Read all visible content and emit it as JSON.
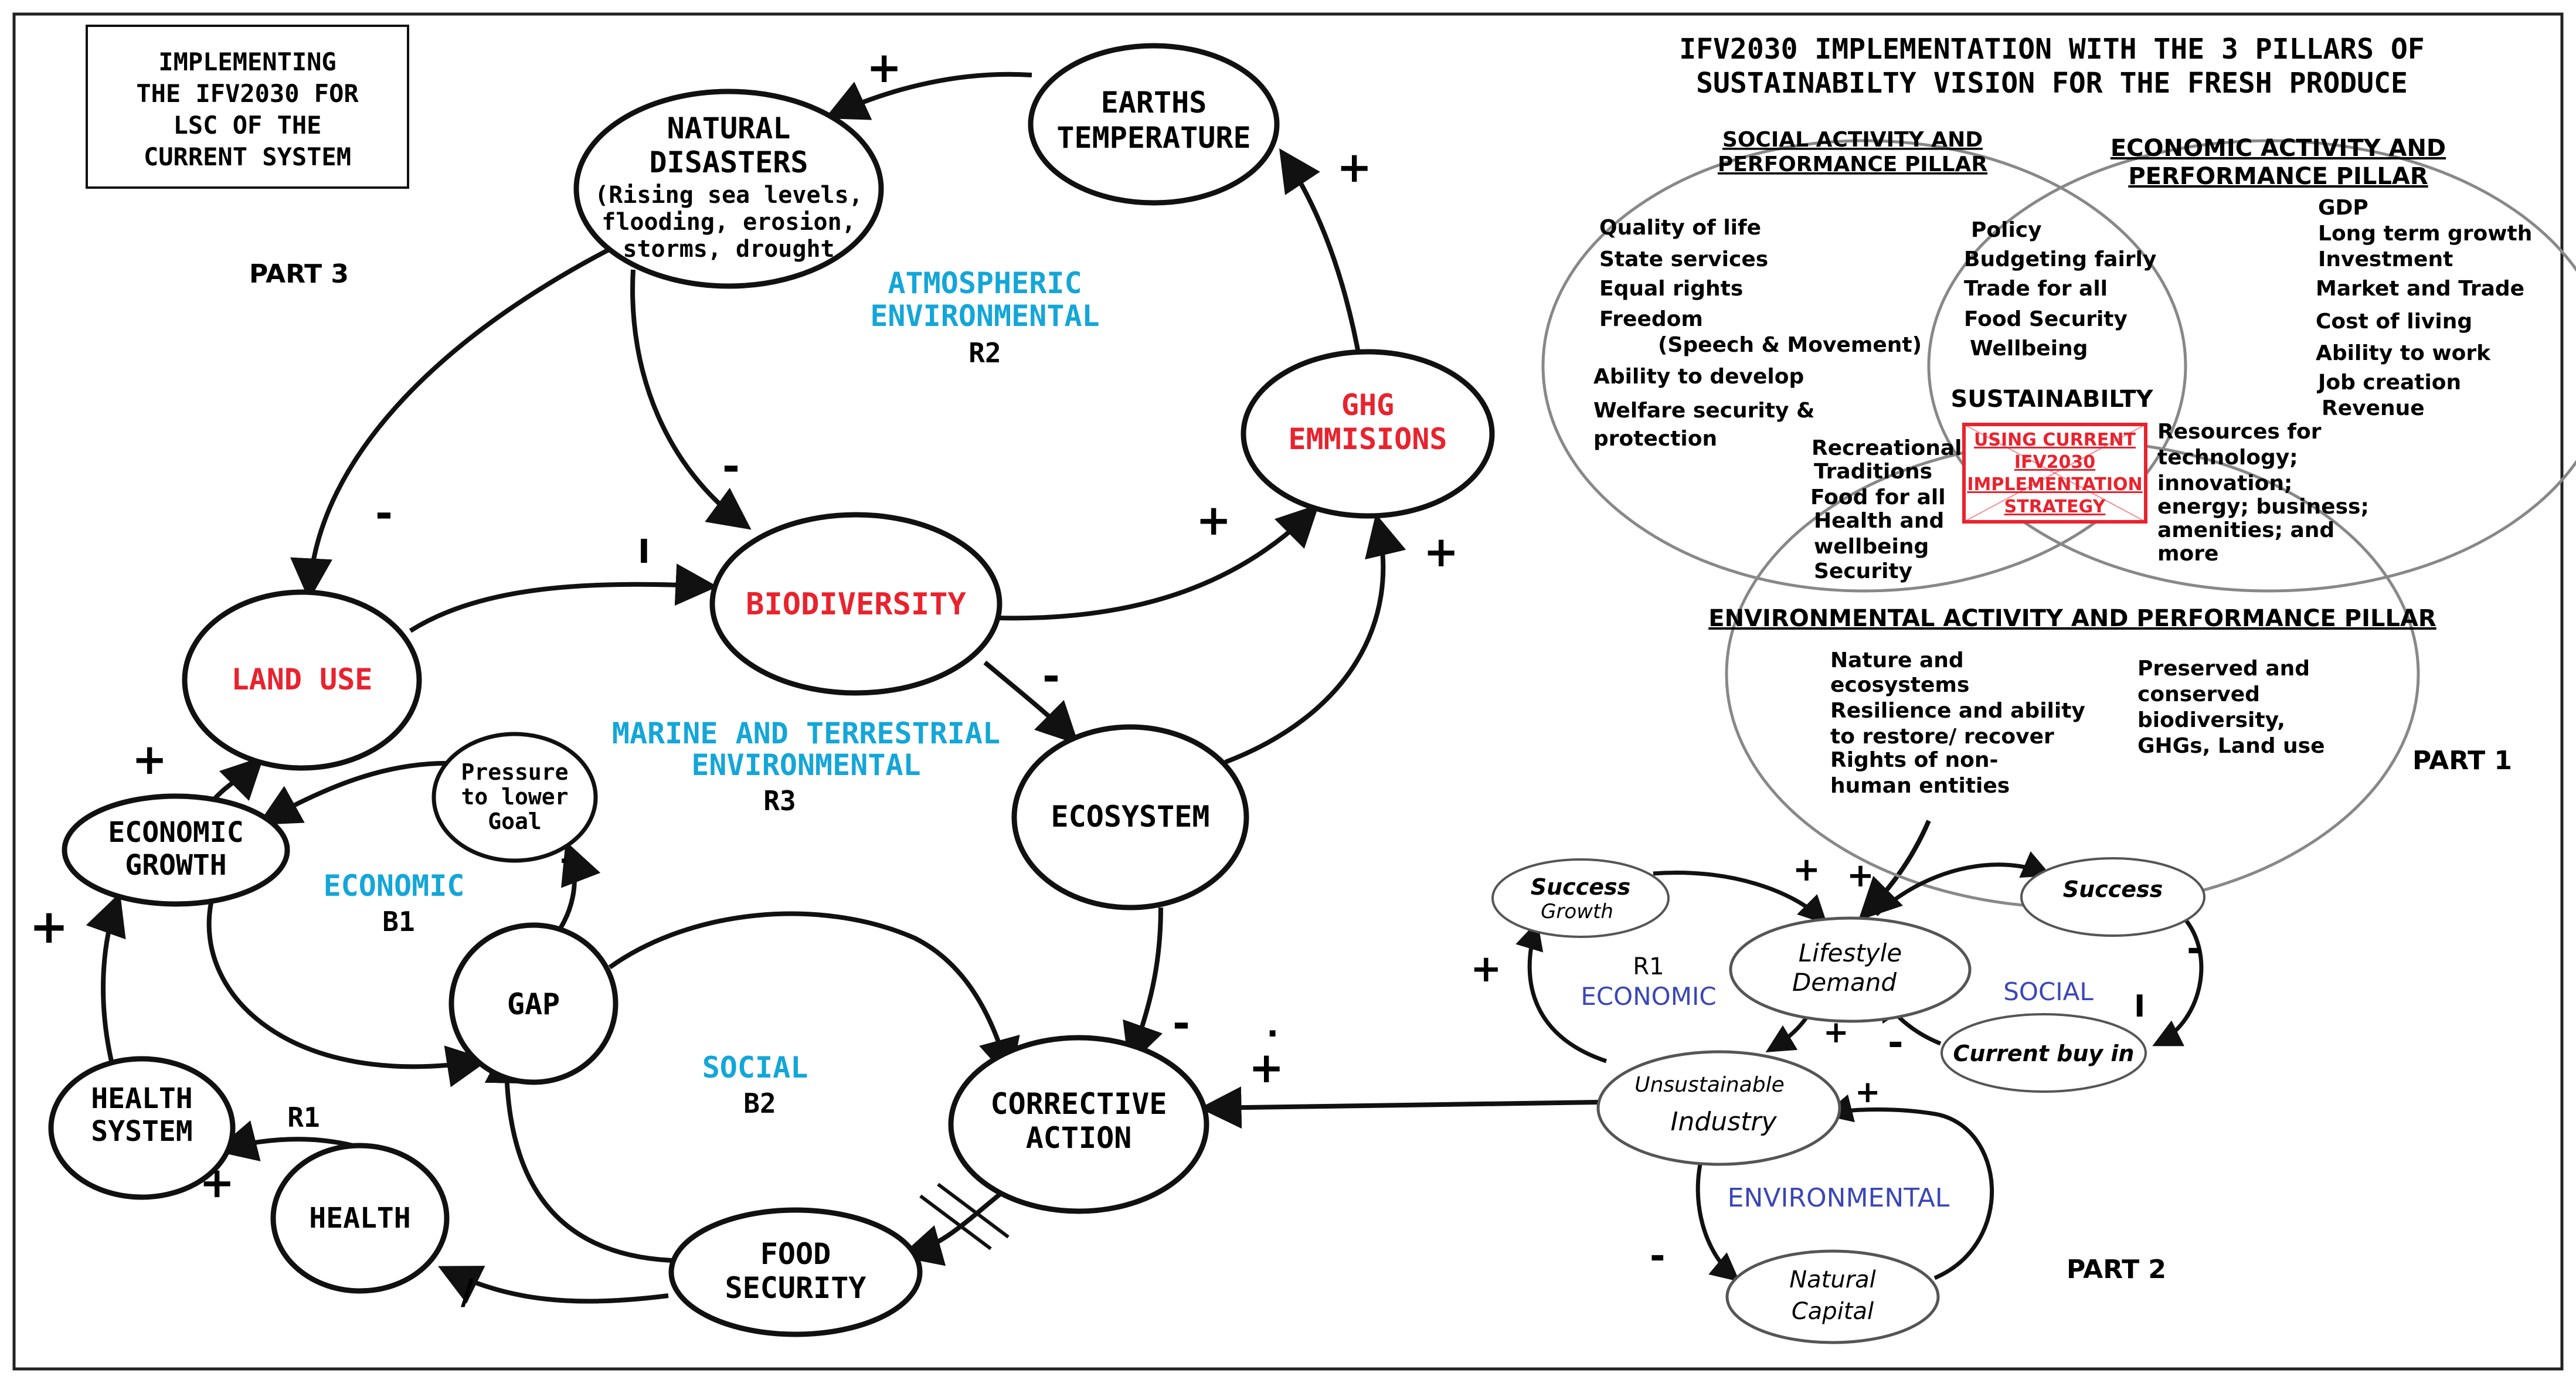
{
  "colors": {
    "black": "#111111",
    "red": "#e8232e",
    "cyan": "#14a6d8",
    "blue": "#3a46b8"
  },
  "title_box": {
    "line1": "IMPLEMENTING",
    "line2": "THE IFV2030 FOR",
    "line3": "LSC OF THE",
    "line4": "CURRENT SYSTEM"
  },
  "part_labels": {
    "part3": "PART 3",
    "part1": "PART 1",
    "part2": "PART 2"
  },
  "part3": {
    "natural_disasters": {
      "line1": "NATURAL",
      "line2": "DISASTERS",
      "line3": "(Rising sea levels,",
      "line4": "flooding, erosion,",
      "line5": "storms, drought"
    },
    "earths_temperature": {
      "line1": "EARTHS",
      "line2": "TEMPERATURE"
    },
    "ghg": {
      "line1": "GHG",
      "line2": "EMMISIONS"
    },
    "biodiversity": "BIODIVERSITY",
    "land_use": "LAND USE",
    "ecosystem": "ECOSYSTEM",
    "economic_growth": {
      "line1": "ECONOMIC",
      "line2": "GROWTH"
    },
    "pressure": {
      "line1": "Pressure",
      "line2": "to lower",
      "line3": "Goal"
    },
    "gap": "GAP",
    "corrective_action": {
      "line1": "CORRECTIVE",
      "line2": "ACTION"
    },
    "food_security": {
      "line1": "FOOD",
      "line2": "SECURITY"
    },
    "health_system": {
      "line1": "HEALTH",
      "line2": "SYSTEM"
    },
    "health": "HEALTH",
    "loops": {
      "atmospheric": {
        "line1": "ATMOSPHERIC",
        "line2": "ENVIRONMENTAL",
        "id": "R2"
      },
      "marine": {
        "line1": "MARINE AND TERRESTRIAL",
        "line2": "ENVIRONMENTAL",
        "id": "R3"
      },
      "economic": {
        "name": "ECONOMIC",
        "id": "B1"
      },
      "social": {
        "name": "SOCIAL",
        "id": "B2"
      },
      "health": {
        "id": "R1"
      }
    },
    "signs": {
      "plus": "+",
      "minus": "-",
      "bar": "I",
      "slash": "/",
      "dot": "."
    }
  },
  "part1": {
    "title_line1": "IFV2030 IMPLEMENTATION WITH THE 3 PILLARS OF",
    "title_line2": "SUSTAINABILTY VISION FOR THE FRESH PRODUCE",
    "social_pillar": {
      "line1": "SOCIAL ACTIVITY AND",
      "line2": "PERFORMANCE PILLAR"
    },
    "economic_pillar": {
      "line1": "ECONOMIC ACTIVITY AND",
      "line2": "PERFORMANCE PILLAR"
    },
    "environmental_pillar": "ENVIRONMENTAL ACTIVITY AND PERFORMANCE PILLAR",
    "social_items": [
      "Quality of life",
      "State services",
      "Equal rights",
      "Freedom",
      "(Speech & Movement)",
      "Ability to develop",
      "Welfare security &",
      "protection"
    ],
    "social_economic_items": [
      "Policy",
      "Budgeting fairly",
      "Trade for all",
      "Food Security",
      "Wellbeing"
    ],
    "economic_items": [
      "GDP",
      "Long term growth",
      "Investment",
      "Market and Trade",
      "Cost of living",
      "Ability to work",
      "Job creation",
      "Revenue"
    ],
    "sustainability": "SUSTAINABILTY",
    "strategy_box": {
      "line1": "USING CURRENT",
      "line2": "IFV2030",
      "line3": "IMPLEMENTATION",
      "line4": "STRATEGY"
    },
    "social_env_items": [
      "Recreational",
      "Traditions",
      "Food for all",
      "Health and",
      "wellbeing",
      "Security"
    ],
    "economic_env_items": [
      "Resources for",
      "technology;",
      "innovation;",
      "energy; business;",
      "amenities; and",
      "more"
    ],
    "environmental_items_left": [
      "Nature and",
      "ecosystems",
      "Resilience and ability",
      "to restore/ recover",
      "Rights of non-",
      "human entities"
    ],
    "environmental_items_right": [
      "Preserved and",
      "conserved",
      "biodiversity,",
      "GHGs, Land use"
    ]
  },
  "part2": {
    "success_growth": {
      "line1": "Success",
      "line2": "Growth"
    },
    "lifestyle_demand": {
      "line1": "Lifestyle",
      "line2": "Demand"
    },
    "success": "Success",
    "current_buy_in": "Current buy in",
    "unsustainable_industry": {
      "line1": "Unsustainable",
      "line2": "Industry"
    },
    "natural_capital": {
      "line1": "Natural",
      "line2": "Capital"
    },
    "loop_r1": "R1",
    "economic": "ECONOMIC",
    "social": "SOCIAL",
    "environmental": "ENVIRONMENTAL"
  }
}
